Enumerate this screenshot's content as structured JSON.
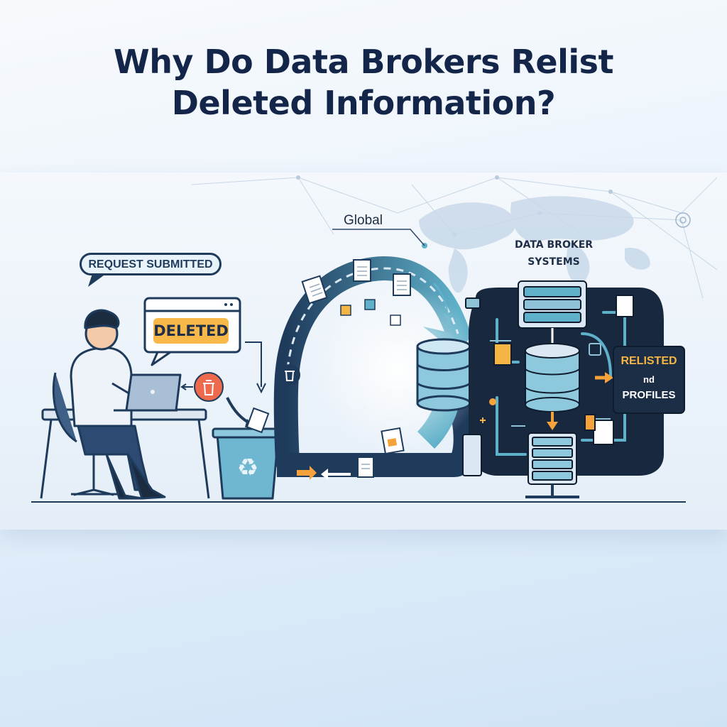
{
  "title": {
    "line1": "Why Do Data Brokers Relist",
    "line2": "Deleted Information?"
  },
  "labels": {
    "request_submitted": "REQUEST SUBMITTED",
    "deleted": "DELETED",
    "global": "Global",
    "data_broker_systems_line1": "DATA BROKER",
    "data_broker_systems_line2": "SYSTEMS",
    "relisted_line1": "RELISTED",
    "relisted_line2": "nd",
    "relisted_line3": "PROFILES"
  },
  "icons": [
    "person-icon",
    "laptop-icon",
    "trash-icon",
    "recycle-bin-icon",
    "document-icon",
    "database-icon",
    "server-icon",
    "world-map-icon",
    "arrow-icon"
  ],
  "colors": {
    "title": "#13264a",
    "navy": "#1f3b5c",
    "teal": "#5fb0c9",
    "orange": "#f5a23a",
    "red": "#ee6a4c",
    "dark_panel": "#18283f"
  }
}
